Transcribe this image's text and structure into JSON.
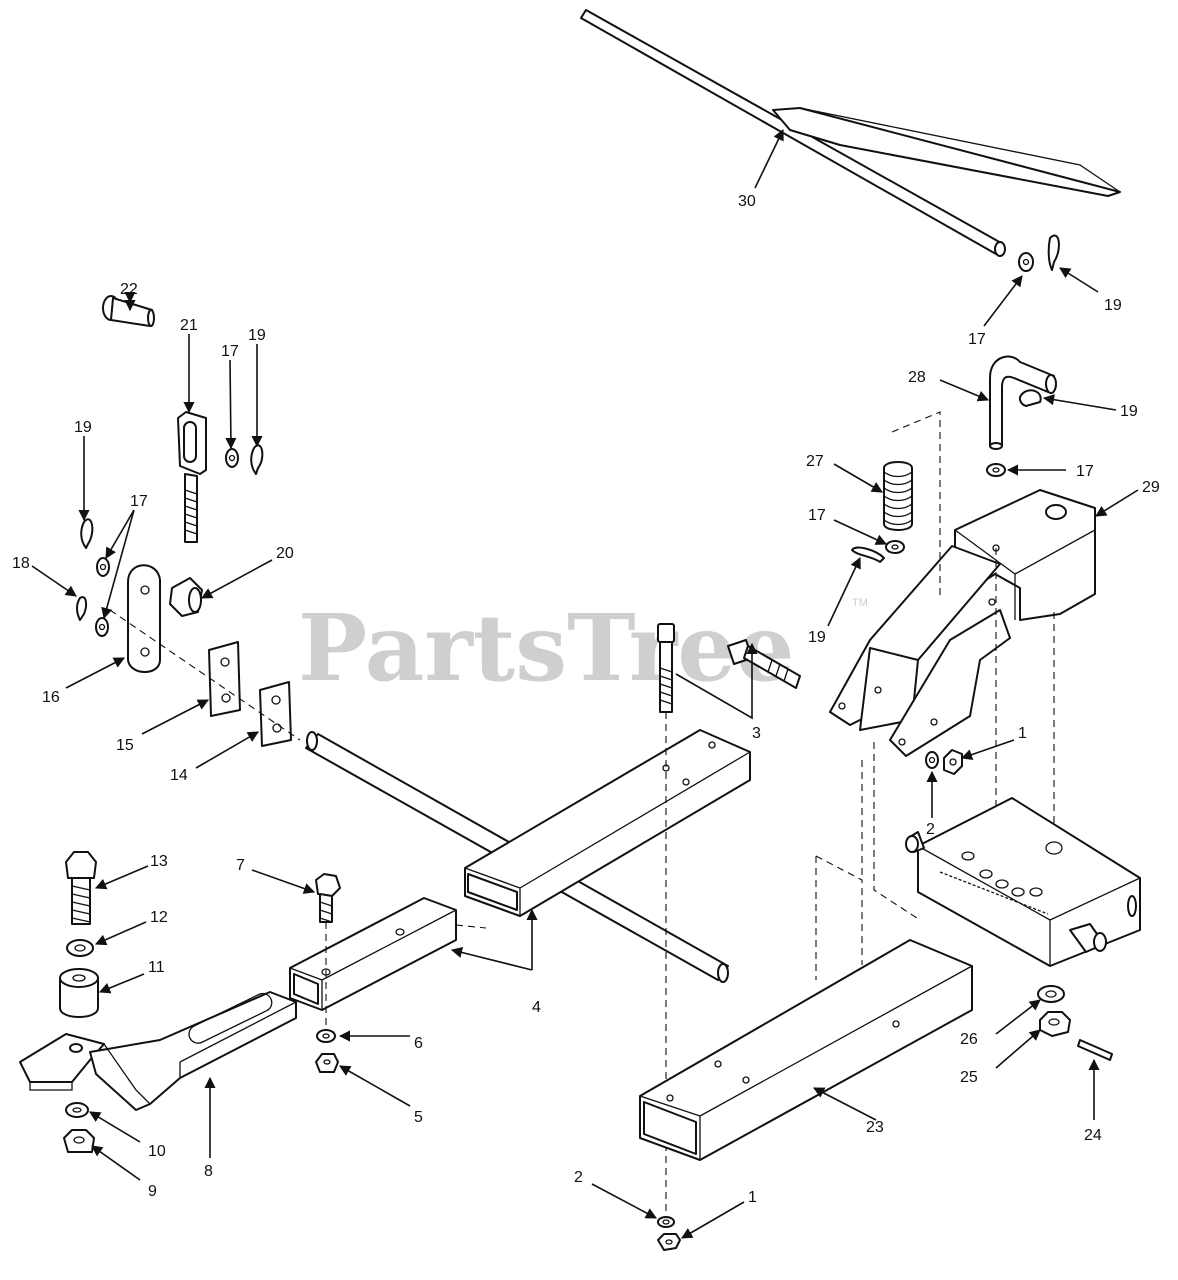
{
  "watermark": {
    "text": "PartsTree",
    "mark": "TM"
  },
  "callouts": [
    {
      "id": "30",
      "label": "30"
    },
    {
      "id": "19",
      "label": "19"
    },
    {
      "id": "17",
      "label": "17"
    },
    {
      "id": "22",
      "label": "22"
    },
    {
      "id": "21",
      "label": "21"
    },
    {
      "id": "18",
      "label": "18"
    },
    {
      "id": "20",
      "label": "20"
    },
    {
      "id": "16",
      "label": "16"
    },
    {
      "id": "15",
      "label": "15"
    },
    {
      "id": "14",
      "label": "14"
    },
    {
      "id": "28",
      "label": "28"
    },
    {
      "id": "27",
      "label": "27"
    },
    {
      "id": "29",
      "label": "29"
    },
    {
      "id": "3",
      "label": "3"
    },
    {
      "id": "1",
      "label": "1"
    },
    {
      "id": "2",
      "label": "2"
    },
    {
      "id": "13",
      "label": "13"
    },
    {
      "id": "12",
      "label": "12"
    },
    {
      "id": "11",
      "label": "11"
    },
    {
      "id": "10",
      "label": "10"
    },
    {
      "id": "9",
      "label": "9"
    },
    {
      "id": "8",
      "label": "8"
    },
    {
      "id": "7",
      "label": "7"
    },
    {
      "id": "6",
      "label": "6"
    },
    {
      "id": "5",
      "label": "5"
    },
    {
      "id": "4",
      "label": "4"
    },
    {
      "id": "23",
      "label": "23"
    },
    {
      "id": "26",
      "label": "26"
    },
    {
      "id": "25",
      "label": "25"
    },
    {
      "id": "24",
      "label": "24"
    }
  ]
}
